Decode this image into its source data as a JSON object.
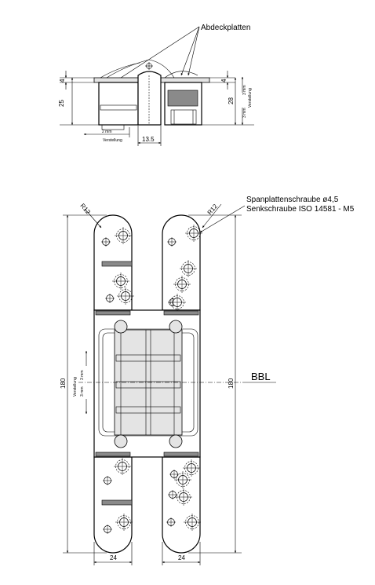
{
  "top_view": {
    "callout": "Abdeckplatten",
    "dim_height_left": "25",
    "dim_plate_left": "4",
    "dim_plate_right": "4",
    "dim_height_right": "28",
    "adjust_vertical_value": "3 mm",
    "adjust_vertical_value2": "3 mm",
    "adjust_vertical_label": "Verstellung",
    "adjust_horizontal_value": "2 mm",
    "adjust_horizontal_label": "Verstellung",
    "dim_gap": "13.5"
  },
  "front_view": {
    "radius_left": "R12",
    "radius_right": "R12",
    "screw_line1": "Spanplattenschraube ø4,5",
    "screw_line2": "Senkschraube ISO 14581 - M5",
    "dim_length_left": "180",
    "dim_length_right": "180",
    "adjust_label": "Verstellung",
    "adjust_value1": "3 mm",
    "adjust_value2": "3 mm",
    "reference_label": "BBL",
    "dim_width_left": "24",
    "dim_width_right": "24"
  }
}
